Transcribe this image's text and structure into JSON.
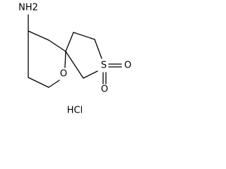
{
  "molecule": {
    "atoms": {
      "amine": "NH2",
      "ring_oxygen": "O",
      "sulfur": "S",
      "sulfonyl_oxygen_1": "O",
      "sulfonyl_oxygen_2": "O"
    },
    "salt": "HCl"
  },
  "colors": {
    "bond": "#000000",
    "label": "#000000",
    "background": "#ffffff"
  }
}
